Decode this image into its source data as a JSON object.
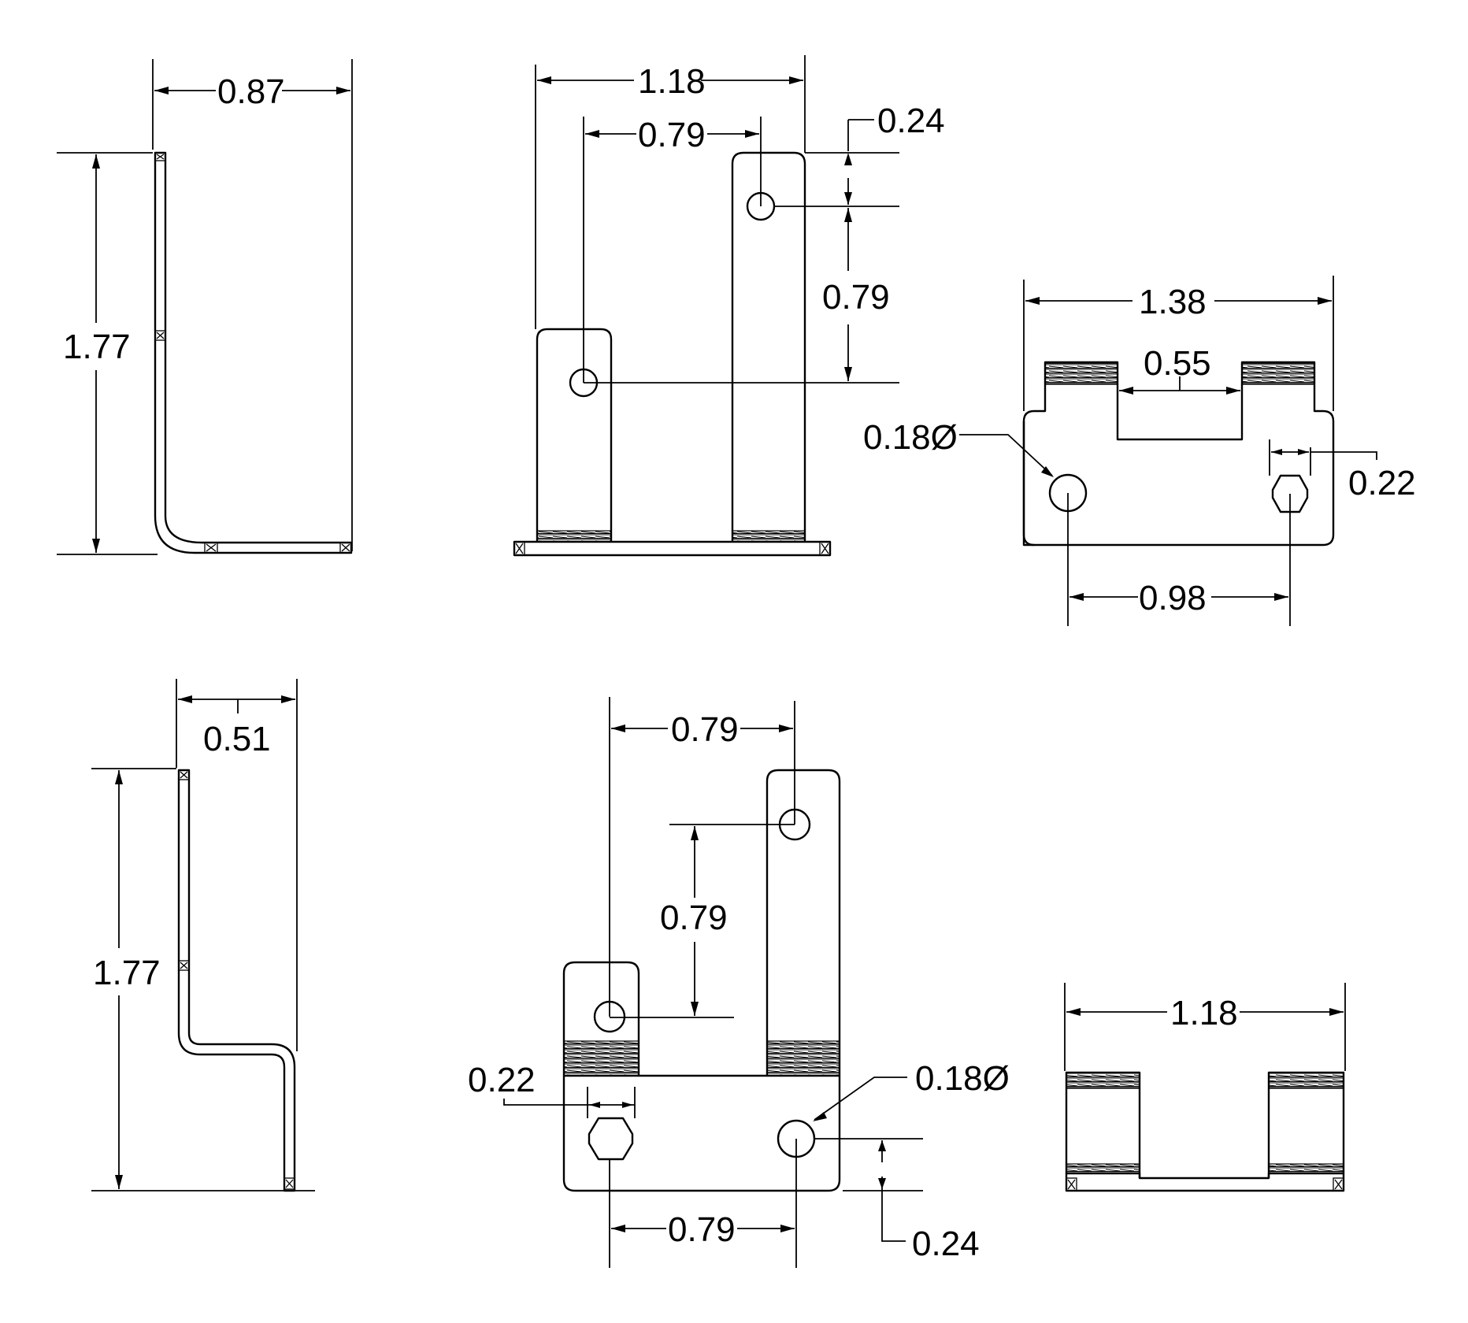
{
  "colors": {
    "ink": "#000000",
    "background": "#ffffff"
  },
  "views": {
    "side_top": {
      "width": "0.87",
      "height": "1.77"
    },
    "front_top": {
      "overall_width": "1.18",
      "hole_spacing_x": "0.79",
      "top_to_hole": "0.24",
      "hole_spacing_y": "0.79"
    },
    "base_top": {
      "overall_width": "1.38",
      "slot_width": "0.55",
      "hole_callout": "0.18Ø",
      "hex_flat": "0.22",
      "hole_spacing": "0.98"
    },
    "side_bottom": {
      "width": "0.51",
      "height": "1.77"
    },
    "front_bottom": {
      "hole_spacing_x_top": "0.79",
      "hole_spacing_y": "0.79",
      "hex_flat": "0.22",
      "hole_callout": "0.18Ø",
      "hole_spacing_x_bottom": "0.79",
      "edge_to_hole": "0.24"
    },
    "end_bottom": {
      "overall_width": "1.18"
    }
  }
}
